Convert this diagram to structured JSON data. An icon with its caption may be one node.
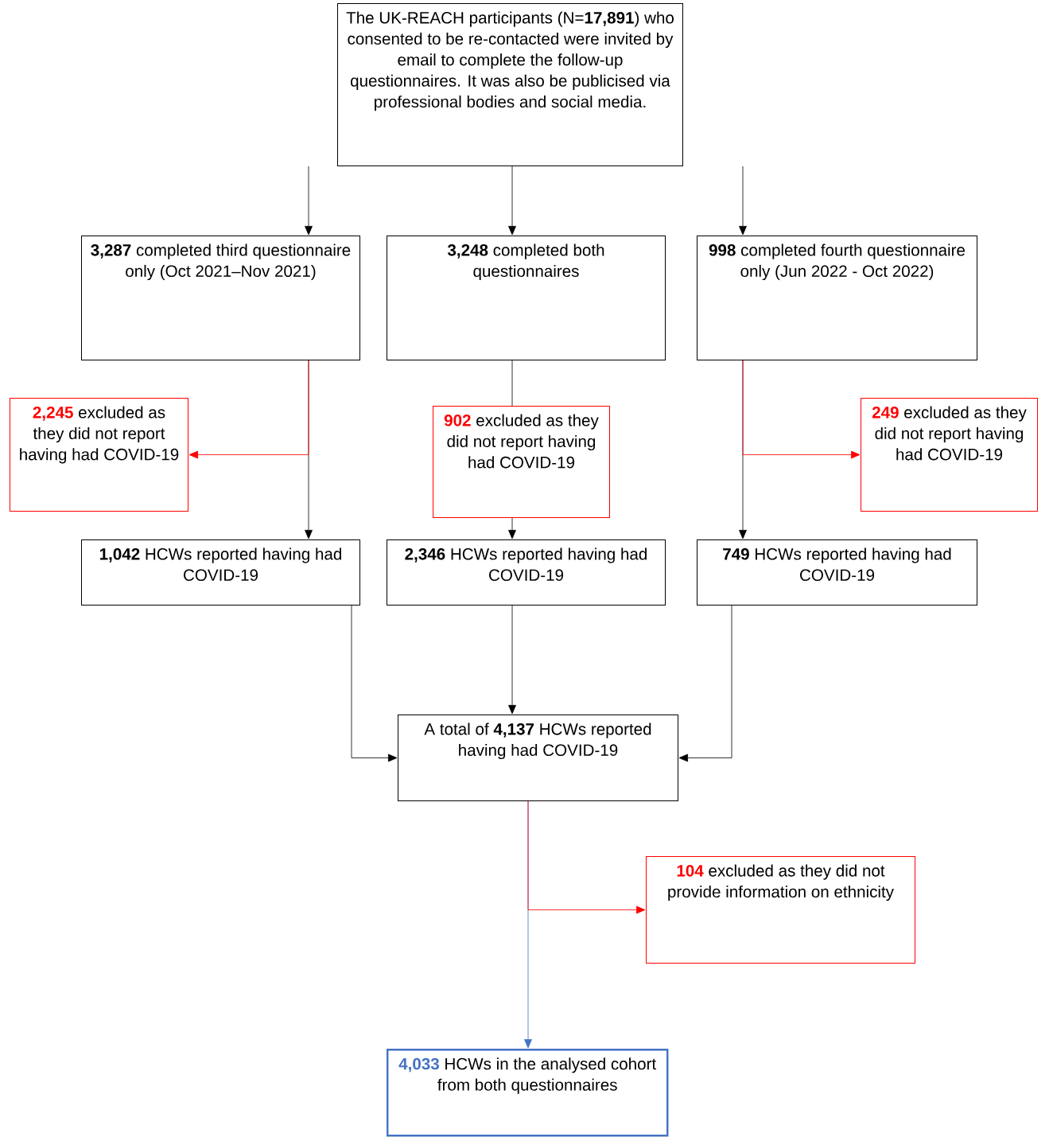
{
  "diagram": {
    "nodes": [
      {
        "text": [
          "The UK-REACH participants (N=**17,891**) who consented to be re-contacted were invited by email to complete the follow-up questionnaires. It was also be publicised via professional bodies and social media."
        ]
      },
      {
        "text": [
          "**3,287** completed third questionnaire only (Oct 2021–Nov 2021)"
        ]
      },
      {
        "text": [
          "**3,248** completed both questionnaires"
        ]
      },
      {
        "text": [
          "**998** completed fourth questionnaire only (Jun 2022 - Oct 2022)"
        ]
      },
      {
        "text": [
          "**2,245** excluded as they did not report having had COVID-19"
        ]
      },
      {
        "text": [
          "**902** excluded as they did not report having had COVID-19"
        ]
      },
      {
        "text": [
          "**249** excluded as they did not report having had COVID-19"
        ]
      },
      {
        "text": [
          "**1,042** HCWs reported having had COVID-19"
        ]
      },
      {
        "text": [
          "**2,346** HCWs reported having had COVID-19"
        ]
      },
      {
        "text": [
          "**749** HCWs reported having had COVID-19"
        ]
      },
      {
        "text": [
          "A total of **4,137** HCWs reported having had COVID-19"
        ]
      },
      {
        "text": [
          "**104** excluded as they did not provide information on ethnicity"
        ]
      },
      {
        "text": [
          "**4,033** HCWs in the analysed cohort from both questionnaires"
        ]
      }
    ],
    "edges": [
      {
        "from": 0,
        "to": 1,
        "arrow": "to"
      },
      {
        "from": 0,
        "to": 2,
        "arrow": "to"
      },
      {
        "from": 0,
        "to": 3,
        "arrow": "to"
      },
      {
        "from": 1,
        "to": 7,
        "arrow": "to"
      },
      {
        "from": 1,
        "to": 4,
        "arrow": "to",
        "color": "#ff0000"
      },
      {
        "from": 2,
        "to": 5,
        "arrow": "none"
      },
      {
        "from": 5,
        "to": 8,
        "arrow": "to"
      },
      {
        "from": 3,
        "to": 9,
        "arrow": "to"
      },
      {
        "from": 3,
        "to": 6,
        "arrow": "to",
        "color": "#ff0000"
      },
      {
        "from": 7,
        "to": 10,
        "arrow": "to"
      },
      {
        "from": 8,
        "to": 10,
        "arrow": "to"
      },
      {
        "from": 9,
        "to": 10,
        "arrow": "to"
      },
      {
        "from": 10,
        "to": 12,
        "arrow": "to",
        "color": "#4472c4"
      },
      {
        "from": 10,
        "to": 11,
        "arrow": "to",
        "color": "#ff0000"
      }
    ]
  }
}
